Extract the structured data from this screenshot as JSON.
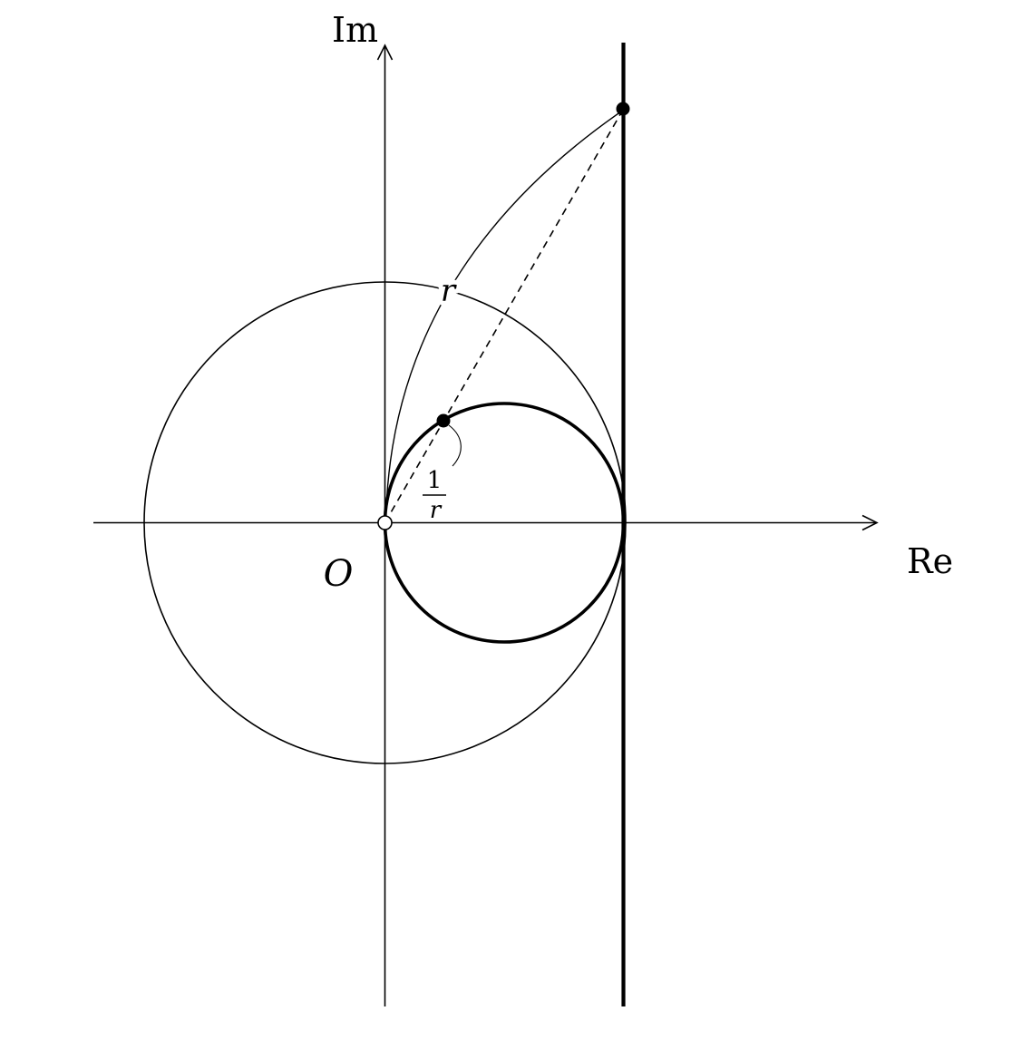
{
  "figure": {
    "background_color": "#ffffff",
    "ink_color": "#000000",
    "axes": {
      "vertical_label": "Im",
      "horizontal_label": "Re"
    },
    "labels": {
      "origin": "O",
      "distance_to_line_point": "r",
      "distance_to_circle_point": {
        "numerator": "1",
        "denominator": "r"
      }
    }
  }
}
